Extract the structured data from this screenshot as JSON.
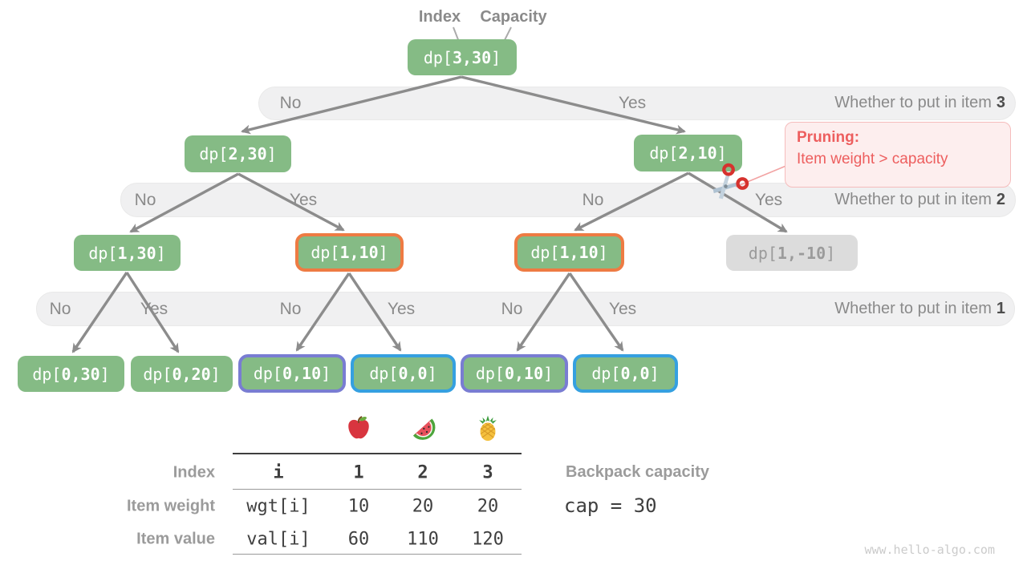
{
  "header": {
    "index_label": "Index",
    "capacity_label": "Capacity"
  },
  "tree": {
    "nodes": [
      {
        "prefix": "dp[",
        "args": "3,30",
        "suffix": "]"
      },
      {
        "prefix": "dp[",
        "args": "2,30",
        "suffix": "]"
      },
      {
        "prefix": "dp[",
        "args": "2,10",
        "suffix": "]"
      },
      {
        "prefix": "dp[",
        "args": "1,30",
        "suffix": "]"
      },
      {
        "prefix": "dp[",
        "args": "1,10",
        "suffix": "]"
      },
      {
        "prefix": "dp[",
        "args": "1,10",
        "suffix": "]"
      },
      {
        "prefix": "dp[",
        "args": "1,-10",
        "suffix": "]"
      },
      {
        "prefix": "dp[",
        "args": "0,30",
        "suffix": "]"
      },
      {
        "prefix": "dp[",
        "args": "0,20",
        "suffix": "]"
      },
      {
        "prefix": "dp[",
        "args": "0,10",
        "suffix": "]"
      },
      {
        "prefix": "dp[",
        "args": "0,0",
        "suffix": "]"
      },
      {
        "prefix": "dp[",
        "args": "0,10",
        "suffix": "]"
      },
      {
        "prefix": "dp[",
        "args": "0,0",
        "suffix": "]"
      }
    ],
    "bands": [
      {
        "question": "Whether to put in item",
        "item": "3",
        "decisions": [
          "No",
          "Yes"
        ]
      },
      {
        "question": "Whether to put in item",
        "item": "2",
        "decisions": [
          "No",
          "Yes",
          "No",
          "Yes"
        ]
      },
      {
        "question": "Whether to put in item",
        "item": "1",
        "decisions": [
          "No",
          "Yes",
          "No",
          "Yes",
          "No",
          "Yes"
        ]
      }
    ]
  },
  "pruning": {
    "title": "Pruning",
    "colon": ":",
    "line2": "Item weight > capacity"
  },
  "icons": {
    "scissors": "scissors-icon",
    "fruits": [
      "apple-icon",
      "watermelon-icon",
      "pineapple-icon"
    ]
  },
  "table": {
    "row_labels": [
      "Index",
      "Item weight",
      "Item value"
    ],
    "rows": [
      {
        "cells": [
          "i",
          "1",
          "2",
          "3"
        ]
      },
      {
        "cells": [
          "wgt[i]",
          "10",
          "20",
          "20"
        ]
      },
      {
        "cells": [
          "val[i]",
          "60",
          "110",
          "120"
        ]
      }
    ]
  },
  "capacity": {
    "label": "Backpack capacity",
    "value": "cap = 30"
  },
  "watermark": "www.hello-algo.com",
  "colors": {
    "node_green": "#85BB85",
    "node_gray": "#DCDCDC",
    "highlight_orange": "#EE7B43",
    "highlight_purple": "#797DD2",
    "highlight_blue": "#35A0E0",
    "pruning_red": "#ED5E5E",
    "band_gray": "#F0F0F1",
    "arrow_gray": "#8C8C8C"
  }
}
